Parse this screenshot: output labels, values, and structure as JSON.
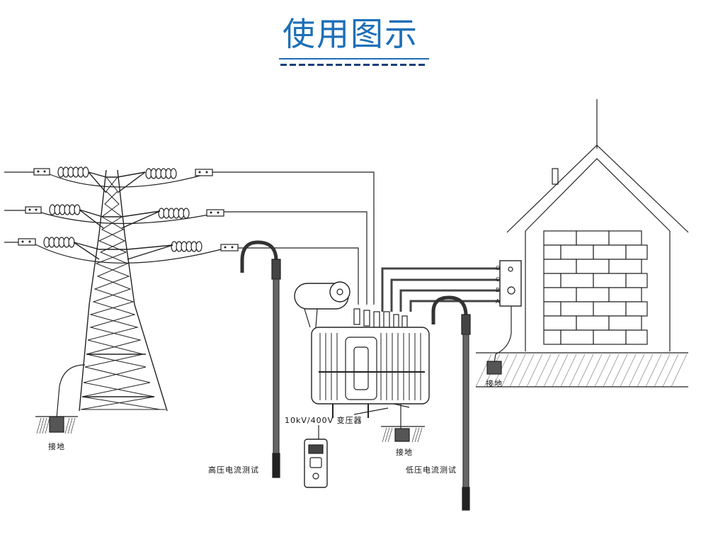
{
  "title": "使用图示",
  "labels": {
    "ground_tower": "接地",
    "ground_transformer": "接地",
    "ground_house": "接地",
    "transformer": "10kV/400V 变压器",
    "hv_test": "高压电流测试",
    "lv_test": "低压电流测试"
  },
  "terminals": [
    "O",
    "C",
    "B",
    "A"
  ],
  "colors": {
    "title": "#1d6fb8",
    "line": "#222222"
  }
}
